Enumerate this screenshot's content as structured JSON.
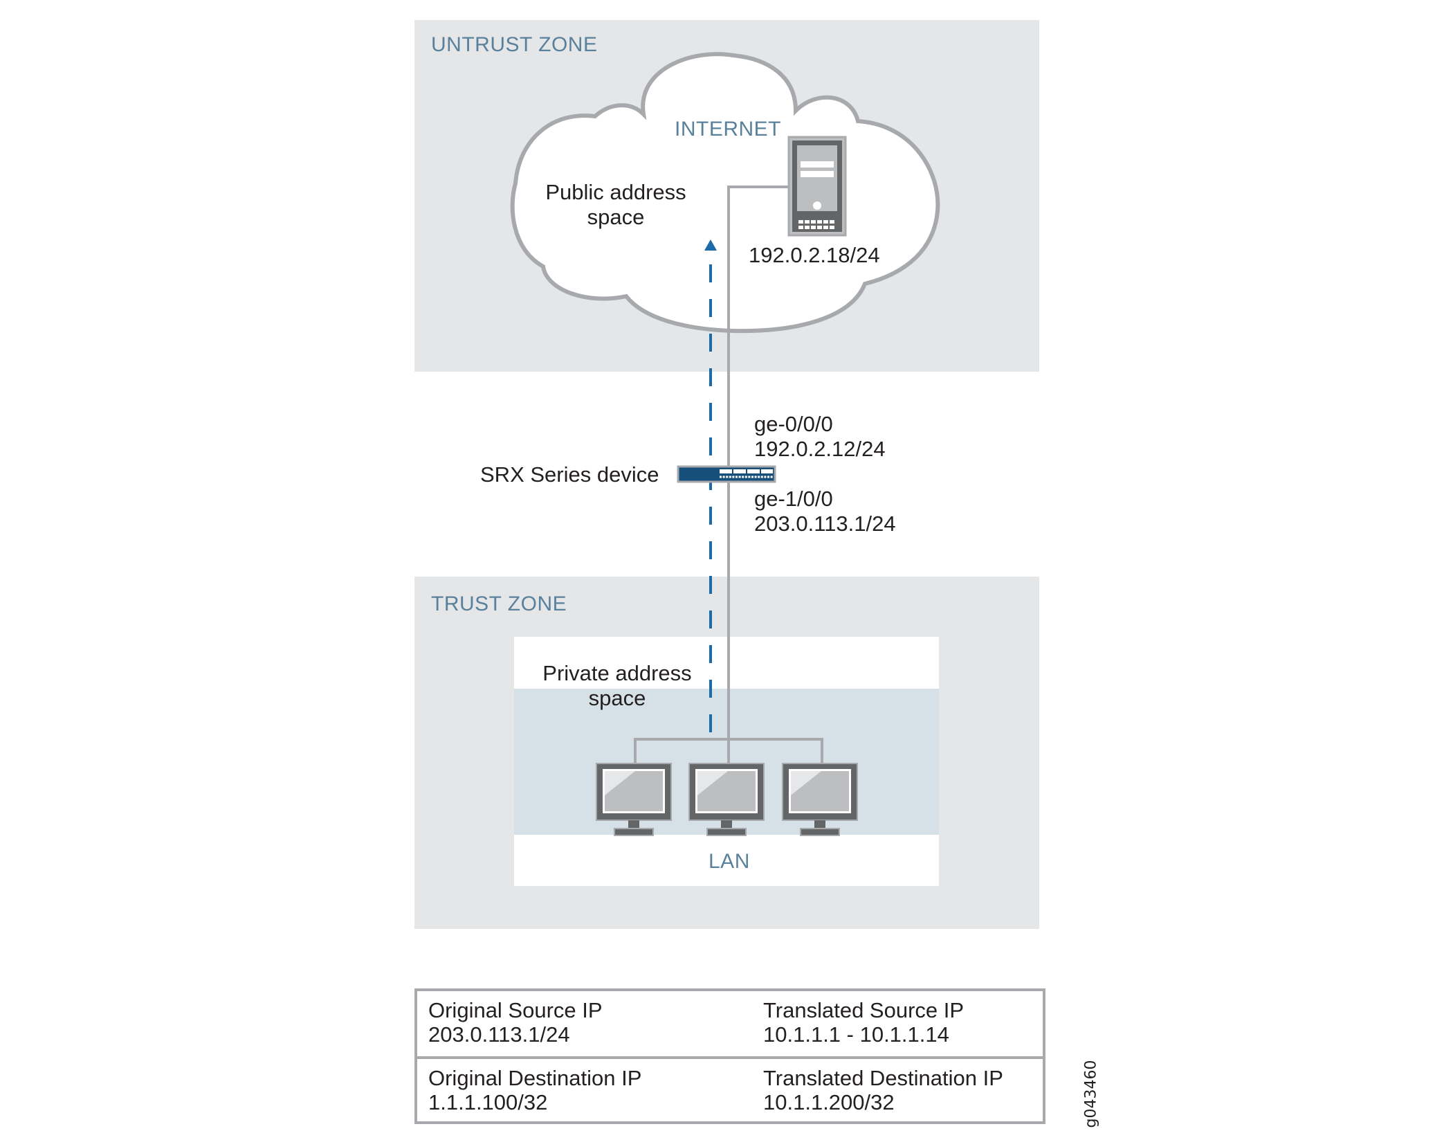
{
  "zones": {
    "untrust": {
      "label": "UNTRUST ZONE"
    },
    "trust": {
      "label": "TRUST ZONE"
    }
  },
  "internet": {
    "label": "INTERNET",
    "space_label_line1": "Public address",
    "space_label_line2": "space",
    "server_ip": "192.0.2.18/24"
  },
  "srx": {
    "label": "SRX Series device",
    "if_untrust_name": "ge-0/0/0",
    "if_untrust_ip": "192.0.2.12/24",
    "if_trust_name": "ge-1/0/0",
    "if_trust_ip": "203.0.113.1/24"
  },
  "lan": {
    "space_label_line1": "Private address",
    "space_label_line2": "space",
    "label": "LAN",
    "host_count": 3
  },
  "nat_table": {
    "rows": [
      {
        "orig_label": "Original Source IP",
        "orig_value": "203.0.113.1/24",
        "trans_label": "Translated Source IP",
        "trans_value": "10.1.1.1 - 10.1.1.14"
      },
      {
        "orig_label": "Original Destination IP",
        "orig_value": "1.1.1.100/32",
        "trans_label": "Translated Destination IP",
        "trans_value": "10.1.1.200/32"
      }
    ]
  },
  "figure_id": "g043460",
  "colors": {
    "zone_bg": "#e5e6e8",
    "zone_label": "#5a819c",
    "lan_band": "#d6e0e7",
    "link_gray": "#a7a9ac",
    "flow_arrow": "#1b6aab",
    "device_navy": "#16507a"
  }
}
